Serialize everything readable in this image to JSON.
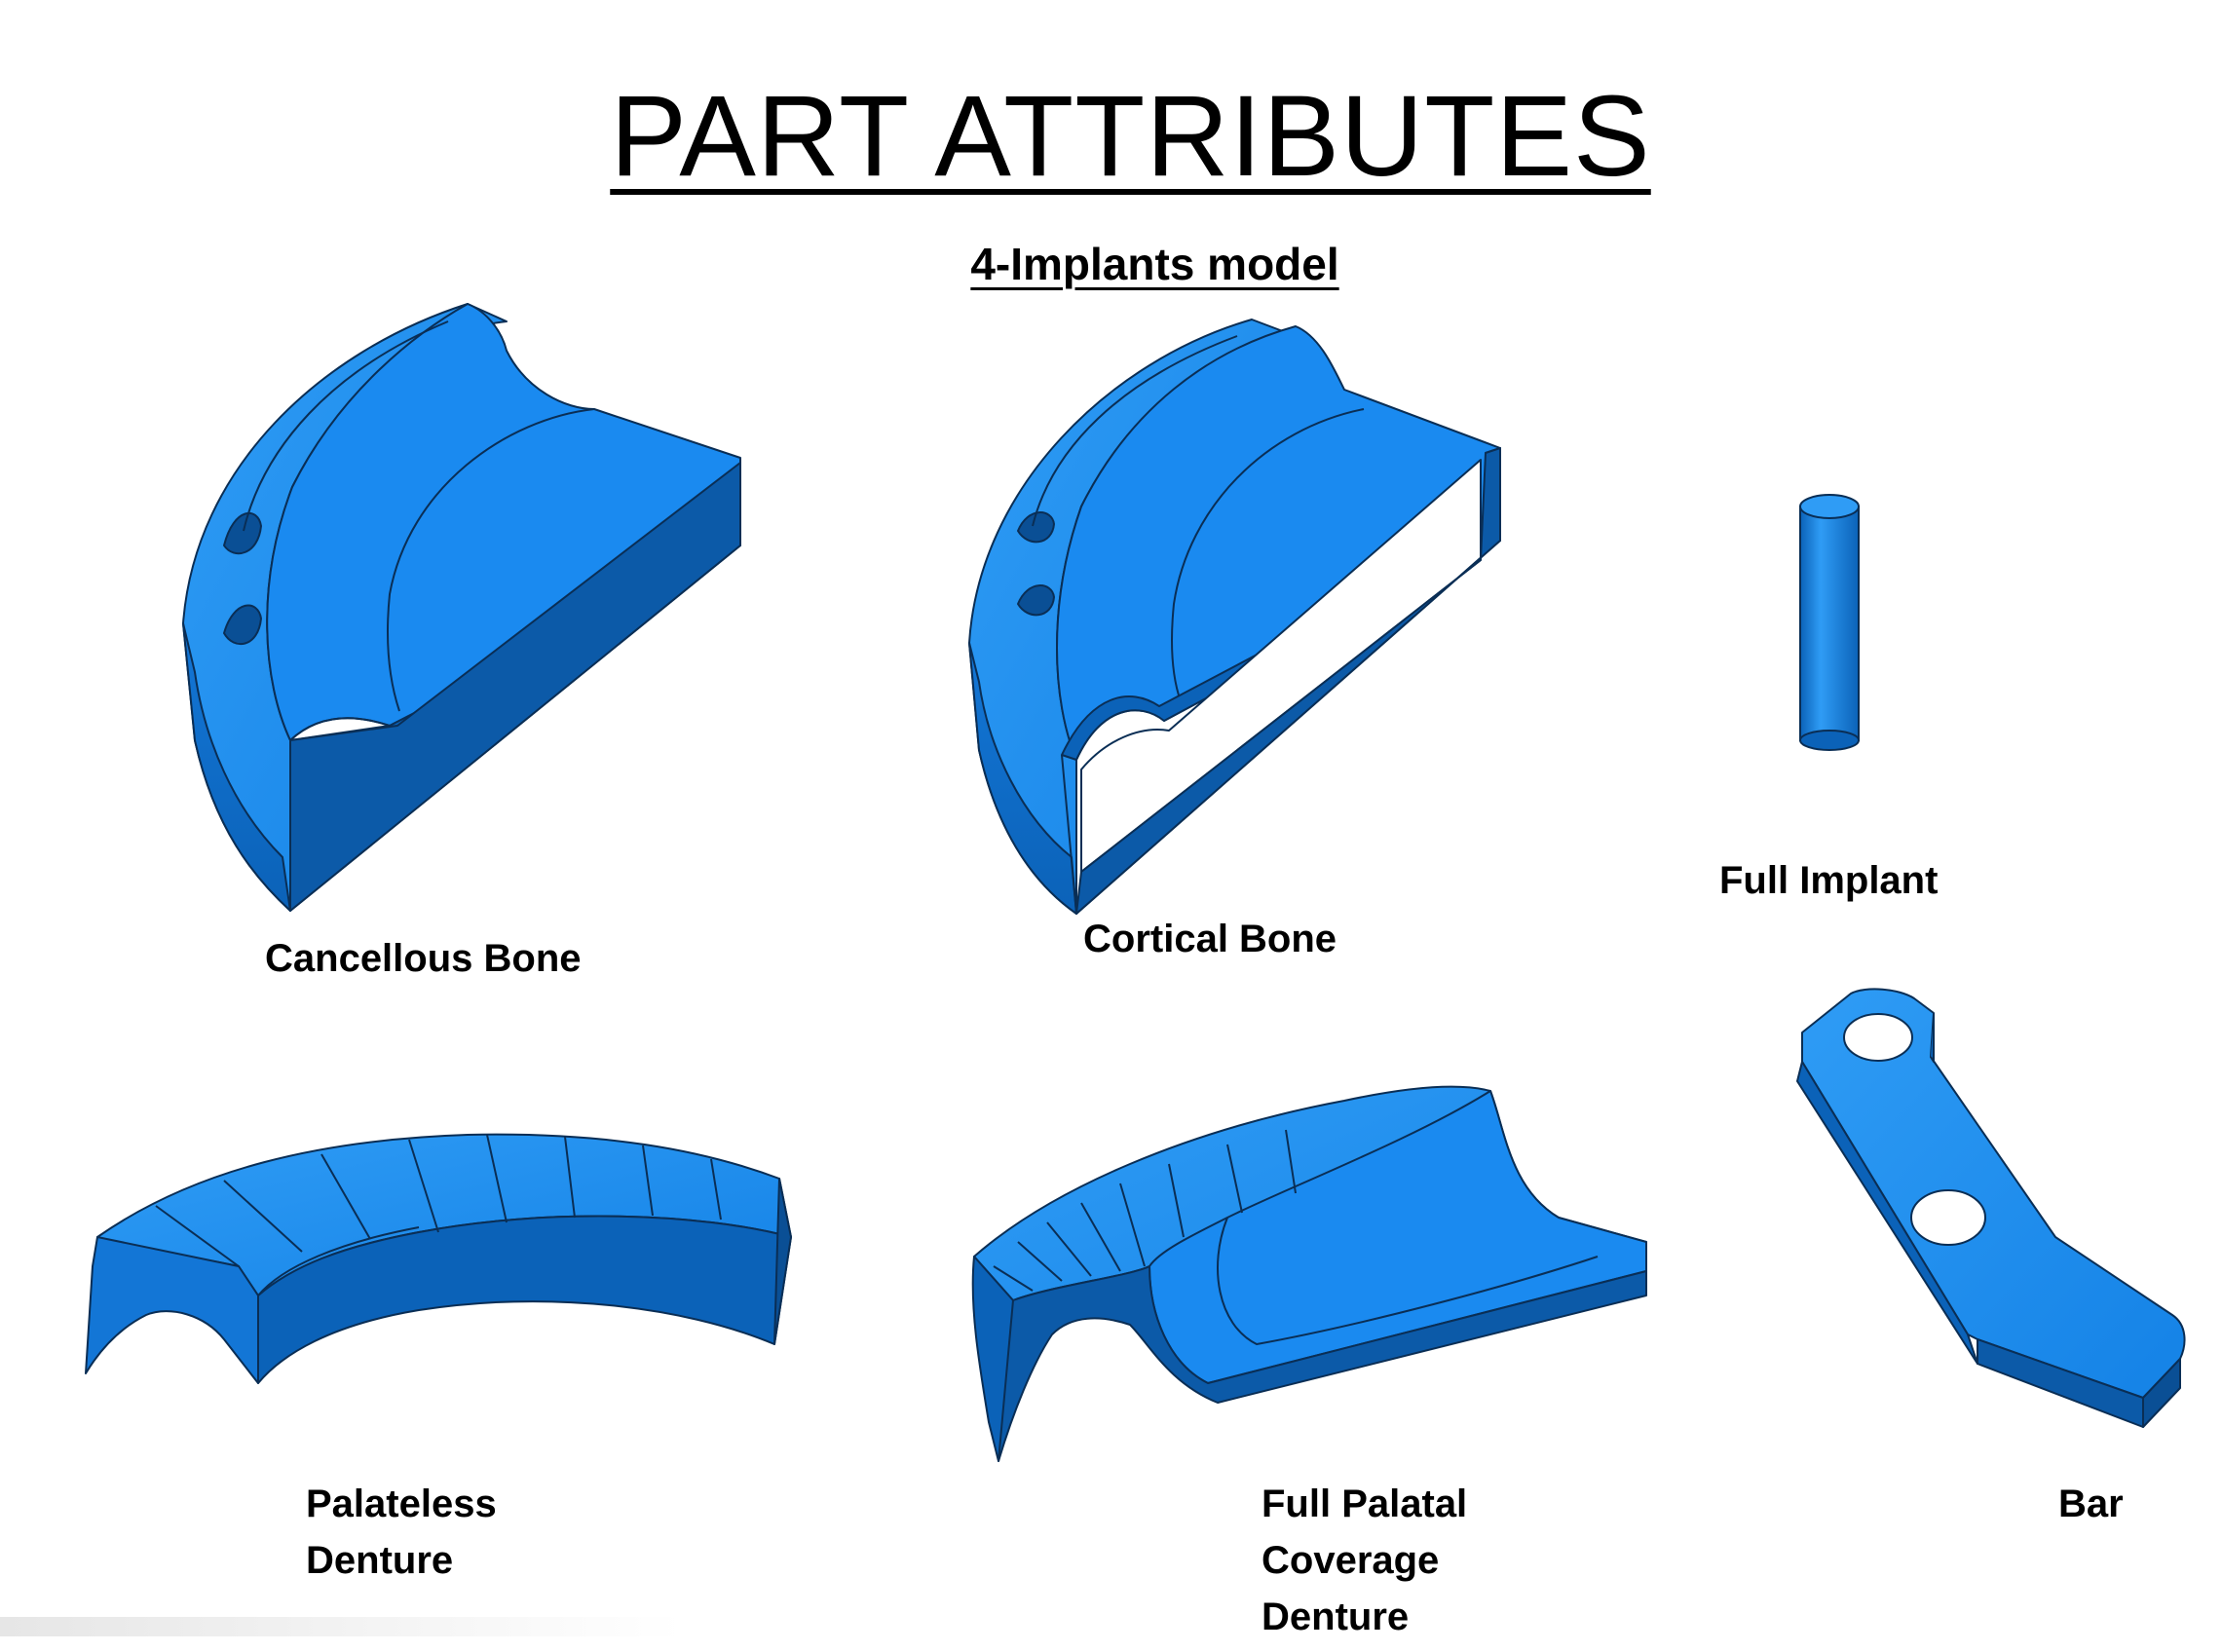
{
  "title": "PART ATTRIBUTES",
  "subtitle": "4-Implants model",
  "parts": [
    {
      "id": "cancellous-bone",
      "label": "Cancellous Bone"
    },
    {
      "id": "cortical-bone",
      "label": "Cortical Bone"
    },
    {
      "id": "full-implant",
      "label": "Full Implant"
    },
    {
      "id": "palateless-denture",
      "label_lines": [
        "Palateless",
        "Denture"
      ]
    },
    {
      "id": "full-palatal-coverage-denture",
      "label_lines": [
        "Full Palatal",
        "Coverage",
        "Denture"
      ]
    },
    {
      "id": "bar",
      "label": "Bar"
    }
  ],
  "colors": {
    "part_fill": "#1482e6",
    "part_light": "#2f9cf5",
    "part_dark": "#0b62b8",
    "part_darker": "#0a4f95",
    "edge_line": "#0a2e55"
  }
}
